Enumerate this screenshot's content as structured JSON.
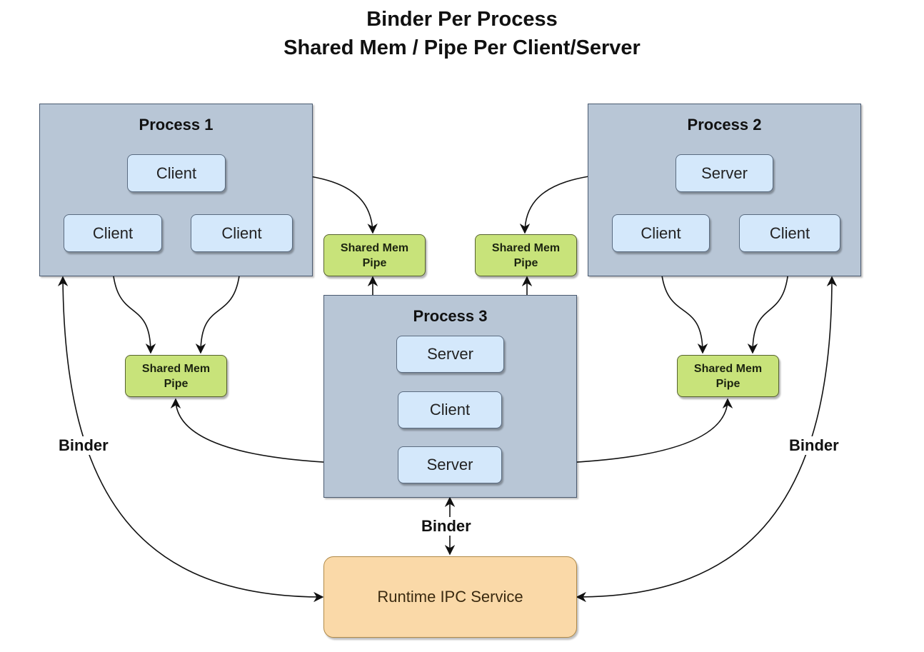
{
  "title": {
    "line1": "Binder Per Process",
    "line2": "Shared Mem / Pipe Per Client/Server"
  },
  "processes": {
    "p1": {
      "label": "Process 1",
      "nodes": [
        "Client",
        "Client",
        "Client"
      ]
    },
    "p2": {
      "label": "Process 2",
      "nodes": [
        "Server",
        "Client",
        "Client"
      ]
    },
    "p3": {
      "label": "Process 3",
      "nodes": [
        "Server",
        "Client",
        "Server"
      ]
    }
  },
  "pipes": [
    {
      "line1": "Shared Mem",
      "line2": "Pipe"
    },
    {
      "line1": "Shared Mem",
      "line2": "Pipe"
    },
    {
      "line1": "Shared Mem",
      "line2": "Pipe"
    },
    {
      "line1": "Shared Mem",
      "line2": "Pipe"
    }
  ],
  "runtime": {
    "label": "Runtime IPC Service"
  },
  "edge_labels": {
    "left": "Binder",
    "right": "Binder",
    "center": "Binder"
  },
  "colors": {
    "process_fill": "#b8c6d6",
    "node_fill": "#d4e8fb",
    "pipe_fill": "#c8e37a",
    "runtime_fill": "#fad9a8"
  }
}
